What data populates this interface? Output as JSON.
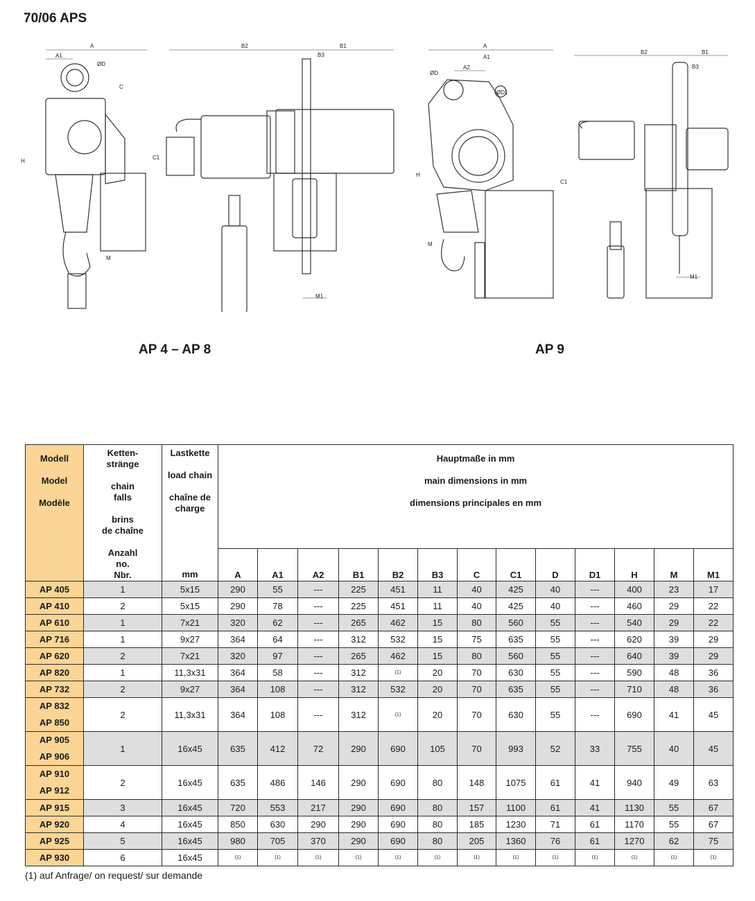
{
  "title": "70/06 APS",
  "captions": {
    "left": "AP 4 – AP 8",
    "right": "AP 9"
  },
  "drawing_labels": {
    "A": "A",
    "A1": "A1",
    "A2": "A2",
    "B1": "B1",
    "B2": "B2",
    "B3": "B3",
    "C": "C",
    "C1": "C1",
    "D": "ØD",
    "D1": "ØD1",
    "H": "H",
    "M": "M",
    "M1": "M1"
  },
  "table": {
    "header": {
      "model": [
        "Modell",
        "Model",
        "Modèle"
      ],
      "falls": [
        "Ketten-",
        "stränge",
        "",
        "chain",
        "falls",
        "",
        "brins",
        "de chaîne",
        "",
        "Anzahl",
        "no.",
        "Nbr."
      ],
      "chain": [
        "Lastkette",
        "",
        "load chain",
        "",
        "chaîne de",
        "charge"
      ],
      "chain_unit": "mm",
      "dims": [
        "Hauptmaße in mm",
        "main dimensions in mm",
        "dimensions principales en mm"
      ],
      "columns": [
        "A",
        "A1",
        "A2",
        "B1",
        "B2",
        "B3",
        "C",
        "C1",
        "D",
        "D1",
        "H",
        "M",
        "M1"
      ]
    },
    "rows": [
      {
        "model": [
          "AP 405"
        ],
        "falls": "1",
        "chain": "5x15",
        "vals": [
          "290",
          "55",
          "---",
          "225",
          "451",
          "11",
          "40",
          "425",
          "40",
          "---",
          "400",
          "23",
          "17"
        ]
      },
      {
        "model": [
          "AP 410"
        ],
        "falls": "2",
        "chain": "5x15",
        "vals": [
          "290",
          "78",
          "---",
          "225",
          "451",
          "11",
          "40",
          "425",
          "40",
          "---",
          "460",
          "29",
          "22"
        ]
      },
      {
        "model": [
          "AP 610"
        ],
        "falls": "1",
        "chain": "7x21",
        "vals": [
          "320",
          "62",
          "---",
          "265",
          "462",
          "15",
          "80",
          "560",
          "55",
          "---",
          "540",
          "29",
          "22"
        ]
      },
      {
        "model": [
          "AP 716"
        ],
        "falls": "1",
        "chain": "9x27",
        "vals": [
          "364",
          "64",
          "---",
          "312",
          "532",
          "15",
          "75",
          "635",
          "55",
          "---",
          "620",
          "39",
          "29"
        ]
      },
      {
        "model": [
          "AP 620"
        ],
        "falls": "2",
        "chain": "7x21",
        "vals": [
          "320",
          "97",
          "---",
          "265",
          "462",
          "15",
          "80",
          "560",
          "55",
          "---",
          "640",
          "39",
          "29"
        ]
      },
      {
        "model": [
          "AP 820"
        ],
        "falls": "1",
        "chain": "11,3x31",
        "vals": [
          "364",
          "58",
          "---",
          "312",
          "(1)",
          "20",
          "70",
          "630",
          "55",
          "---",
          "590",
          "48",
          "36"
        ]
      },
      {
        "model": [
          "AP 732"
        ],
        "falls": "2",
        "chain": "9x27",
        "vals": [
          "364",
          "108",
          "---",
          "312",
          "532",
          "20",
          "70",
          "635",
          "55",
          "---",
          "710",
          "48",
          "36"
        ]
      },
      {
        "model": [
          "AP 832",
          "AP 850"
        ],
        "falls": "2",
        "chain": "11,3x31",
        "vals": [
          "364",
          "108",
          "---",
          "312",
          "(1)",
          "20",
          "70",
          "630",
          "55",
          "---",
          "690",
          "41",
          "45"
        ]
      },
      {
        "model": [
          "AP 905",
          "AP 906"
        ],
        "falls": "1",
        "chain": "16x45",
        "vals": [
          "635",
          "412",
          "72",
          "290",
          "690",
          "105",
          "70",
          "993",
          "52",
          "33",
          "755",
          "40",
          "45"
        ]
      },
      {
        "model": [
          "AP 910",
          "AP 912"
        ],
        "falls": "2",
        "chain": "16x45",
        "vals": [
          "635",
          "486",
          "146",
          "290",
          "690",
          "80",
          "148",
          "1075",
          "61",
          "41",
          "940",
          "49",
          "63"
        ]
      },
      {
        "model": [
          "AP 915"
        ],
        "falls": "3",
        "chain": "16x45",
        "vals": [
          "720",
          "553",
          "217",
          "290",
          "690",
          "80",
          "157",
          "1100",
          "61",
          "41",
          "1130",
          "55",
          "67"
        ]
      },
      {
        "model": [
          "AP 920"
        ],
        "falls": "4",
        "chain": "16x45",
        "vals": [
          "850",
          "630",
          "290",
          "290",
          "690",
          "80",
          "185",
          "1230",
          "71",
          "61",
          "1170",
          "55",
          "67"
        ]
      },
      {
        "model": [
          "AP 925"
        ],
        "falls": "5",
        "chain": "16x45",
        "vals": [
          "980",
          "705",
          "370",
          "290",
          "690",
          "80",
          "205",
          "1360",
          "76",
          "61",
          "1270",
          "62",
          "75"
        ]
      },
      {
        "model": [
          "AP 930"
        ],
        "falls": "6",
        "chain": "16x45",
        "vals": [
          "(1)",
          "(1)",
          "(1)",
          "(1)",
          "(1)",
          "(1)",
          "(1)",
          "(1)",
          "(1)",
          "(1)",
          "(1)",
          "(1)",
          "(1)"
        ]
      }
    ]
  },
  "footnote": "(1) auf Anfrage/ on request/ sur demande"
}
